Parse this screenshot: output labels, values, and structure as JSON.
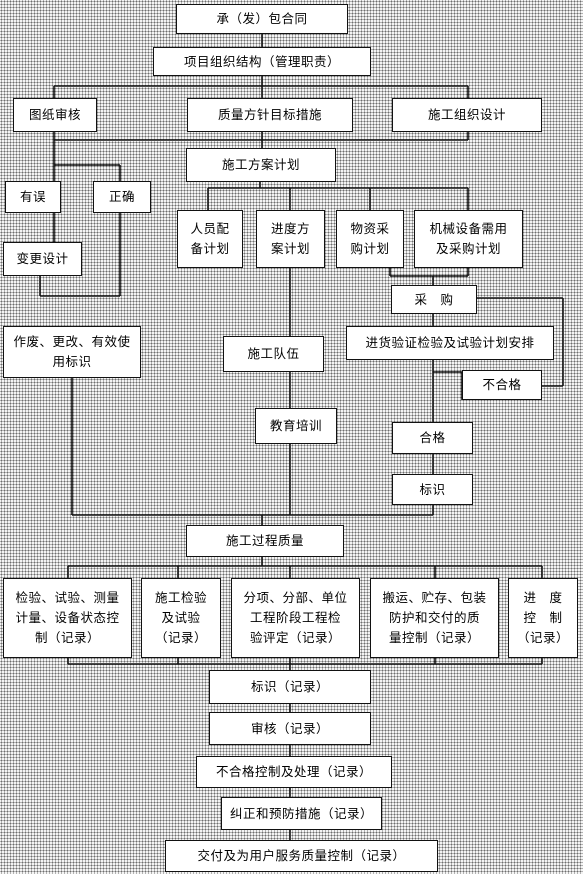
{
  "nodes": {
    "contract": "承（发）包合同",
    "org": "项目组织结构（管理职责）",
    "drawing_review": "图纸审核",
    "quality_policy": "质量方针目标措施",
    "construction_design": "施工组织设计",
    "construction_plan": "施工方案计划",
    "error": "有误",
    "correct": "正确",
    "staff_plan": "人员配\n备计划",
    "schedule_plan": "进度方\n案计划",
    "material_plan": "物资采\n购计划",
    "machinery_plan": "机械设备需用\n及采购计划",
    "design_change": "变更设计",
    "purchase": "采　购",
    "incoming_inspection": "进货验证检验及试验计划安排",
    "void_marks": "作废、更改、有效使\n用标识",
    "construction_team": "施工队伍",
    "nonconforming_top": "不合格",
    "education": "教育培训",
    "qualified": "合格",
    "marking": "标识",
    "process_quality": "施工过程质量",
    "inspection_test": "检验、试验、测量\n计量、设备状态控\n制（记录）",
    "construction_check": "施工检验\n及试验\n（记录）",
    "subitem_eval": "分项、分部、单位\n工程阶段工程检\n验评定（记录）",
    "handling": "搬运、贮存、包装\n防护和交付的质\n量控制（记录）",
    "progress_control": "进　度\n控　制\n（记录）",
    "marking_record": "标识（记录）",
    "audit_record": "审核（记录）",
    "nonconforming_record": "不合格控制及处理（记录）",
    "corrective_record": "纠正和预防措施（记录）",
    "delivery_record": "交付及为用户服务质量控制（记录）"
  }
}
